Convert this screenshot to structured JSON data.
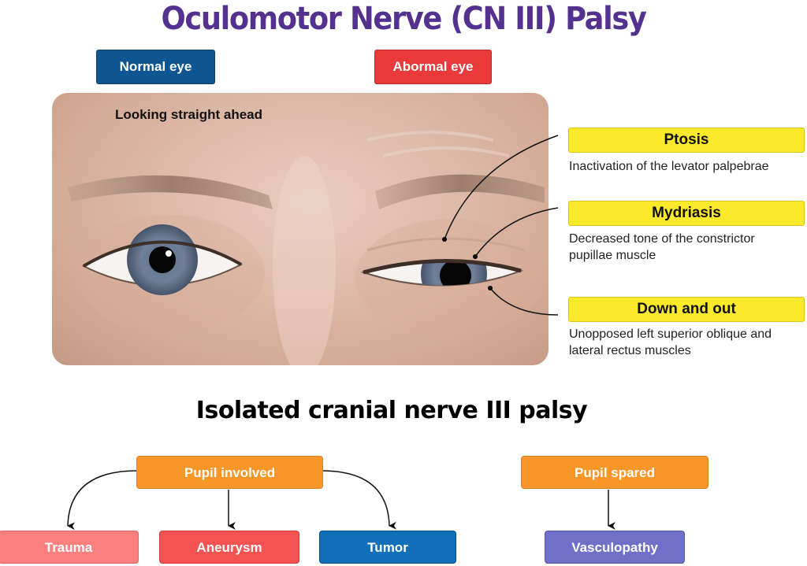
{
  "title": "Oculomotor Nerve (CN III) Palsy",
  "eye_labels": {
    "normal": {
      "text": "Normal eye",
      "color": "#0f5592"
    },
    "abnormal": {
      "text": "Abormal eye",
      "color": "#e8393b"
    }
  },
  "illustration": {
    "caption": "Looking straight ahead"
  },
  "callouts": [
    {
      "label": "Ptosis",
      "description": [
        "Inactivation of the levator palpebrae"
      ]
    },
    {
      "label": "Mydriasis",
      "description": [
        "Decreased tone of the constrictor",
        "pupillae muscle"
      ]
    },
    {
      "label": "Down and out",
      "description": [
        "Unopposed left superior oblique and",
        "lateral rectus muscles"
      ]
    }
  ],
  "flowchart": {
    "title": "Isolated cranial nerve III palsy",
    "roots": [
      {
        "label": "Pupil involved",
        "color": "#f89728"
      },
      {
        "label": "Pupil spared",
        "color": "#f89728"
      }
    ],
    "leaves": [
      {
        "label": "Trauma",
        "parent": "Pupil involved",
        "color": "#fa7f7f"
      },
      {
        "label": "Aneurysm",
        "parent": "Pupil involved",
        "color": "#f55252"
      },
      {
        "label": "Tumor",
        "parent": "Pupil involved",
        "color": "#1170b8"
      },
      {
        "label": "Vasculopathy",
        "parent": "Pupil spared",
        "color": "#7070c8"
      }
    ]
  }
}
